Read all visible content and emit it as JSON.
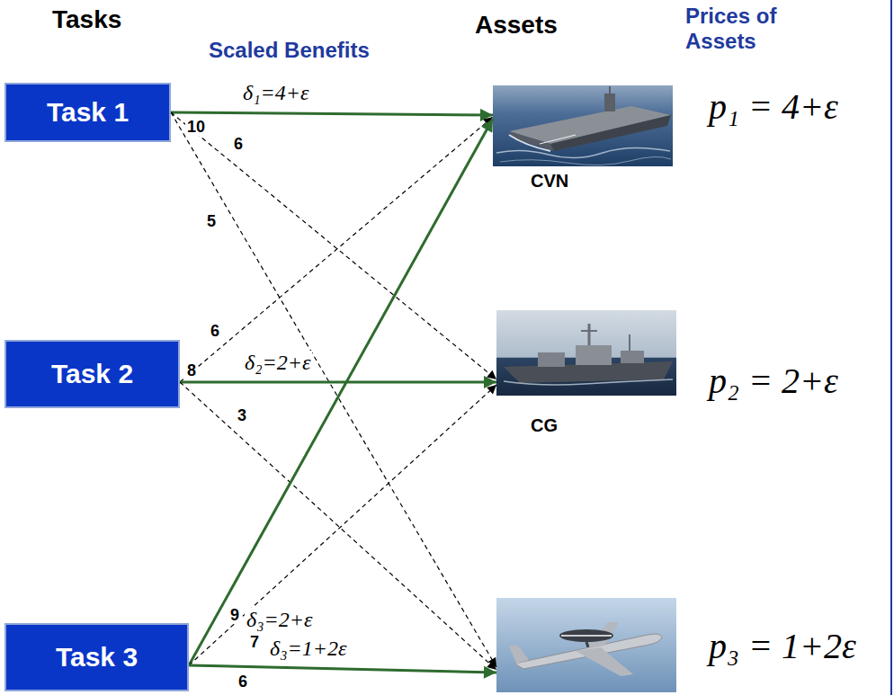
{
  "diagram": {
    "nodes": [
      {
        "text": [
          "Task 1"
        ]
      },
      {
        "text": [
          "Task 2"
        ]
      },
      {
        "text": [
          "Task 3"
        ]
      },
      {
        "text": [
          "CVN",
          "p₁ = 4+ε"
        ]
      },
      {
        "text": [
          "CG",
          "p₂ = 2+ε"
        ]
      },
      {
        "text": [
          "p₃ = 1+2ε"
        ]
      }
    ],
    "edges": [
      {
        "from": 0,
        "to": 3,
        "arrow": "to",
        "label": "10"
      },
      {
        "from": 0,
        "to": 4,
        "arrow": "to",
        "label": "6"
      },
      {
        "from": 0,
        "to": 5,
        "arrow": "to",
        "label": "5"
      },
      {
        "from": 1,
        "to": 3,
        "arrow": "to",
        "label": "6"
      },
      {
        "from": 1,
        "to": 4,
        "arrow": "to",
        "label": "8"
      },
      {
        "from": 1,
        "to": 5,
        "arrow": "to",
        "label": "3"
      },
      {
        "from": 2,
        "to": 3,
        "arrow": "to",
        "label": "9"
      },
      {
        "from": 2,
        "to": 4,
        "arrow": "to",
        "label": "7"
      },
      {
        "from": 2,
        "to": 5,
        "arrow": "to",
        "label": "6"
      }
    ],
    "labels": [
      "Tasks",
      "Assets",
      "Prices of Assets",
      "Scaled Benefits",
      "δ₁=4+ε",
      "δ₂=2+ε",
      "δ₃=2+ε",
      "δ₃=1+2ε"
    ]
  }
}
